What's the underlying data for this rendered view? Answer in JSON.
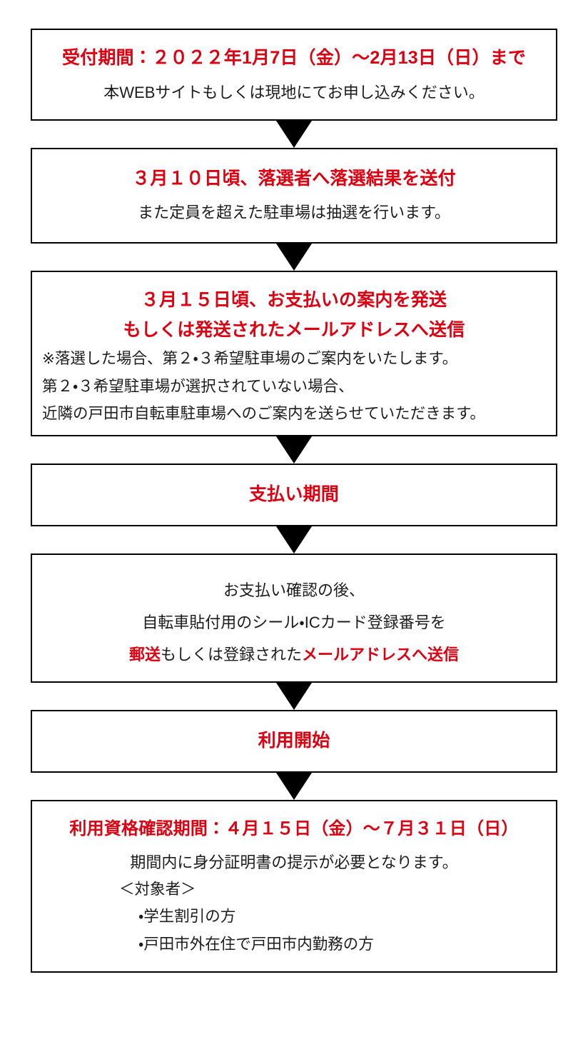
{
  "colors": {
    "accent_red": "#dc0011",
    "text_black": "#1c1c1c",
    "border": "#000000",
    "background": "#ffffff"
  },
  "flow": {
    "steps": [
      {
        "id": "application-period",
        "headline": "受付期間：２０２２年1月7日（金）～2月13日（日）まで",
        "lines": [
          {
            "text": "本WEBサイトもしくは現地にてお申し込みください。",
            "style": "subline"
          }
        ]
      },
      {
        "id": "lottery-result",
        "headline": "３月１０日頃、落選者へ落選結果を送付",
        "lines": [
          {
            "text": "また定員を超えた駐車場は抽選を行います。",
            "style": "subline"
          }
        ]
      },
      {
        "id": "payment-notice",
        "headline": "３月１５日頃、お支払いの案内を発送",
        "headline2": "もしくは発送されたメールアドレスへ送信",
        "lines": [
          {
            "text": "※落選した場合、第２・３希望駐車場のご案内をいたします。",
            "style": "bodyline"
          },
          {
            "text": "第２・３希望駐車場が選択されていない場合、",
            "style": "bodyline"
          },
          {
            "text": "近隣の戸田市自転車駐車場へのご案内を送らせていただきます。",
            "style": "bodyline"
          }
        ]
      },
      {
        "id": "payment-period",
        "headline": "支払い期間",
        "lines": []
      },
      {
        "id": "sticker-delivery",
        "lines": [
          {
            "text": "お支払い確認の後、",
            "style": "subline"
          },
          {
            "text": "自転車貼付用のシール・ICカード登録番号を",
            "style": "subline"
          }
        ],
        "mixed_line": {
          "segments": [
            {
              "text": "郵送",
              "color": "red"
            },
            {
              "text": "もしくは登録された",
              "color": "black"
            },
            {
              "text": "メールアドレスへ送信",
              "color": "red"
            }
          ]
        }
      },
      {
        "id": "service-start",
        "headline": "利用開始",
        "lines": []
      },
      {
        "id": "eligibility-check",
        "headline": "利用資格確認期間：４月１５日（金）～７月３１日（日）",
        "lines": [
          {
            "text": "期間内に身分証明書の提示が必要となります。",
            "style": "subline"
          },
          {
            "text": "＜対象者＞",
            "style": "indent-1"
          },
          {
            "text": "・学生割引の方",
            "style": "indent-2"
          },
          {
            "text": "・戸田市外在住で戸田市内勤務の方",
            "style": "indent-2"
          }
        ]
      }
    ],
    "arrow_count": 6
  }
}
